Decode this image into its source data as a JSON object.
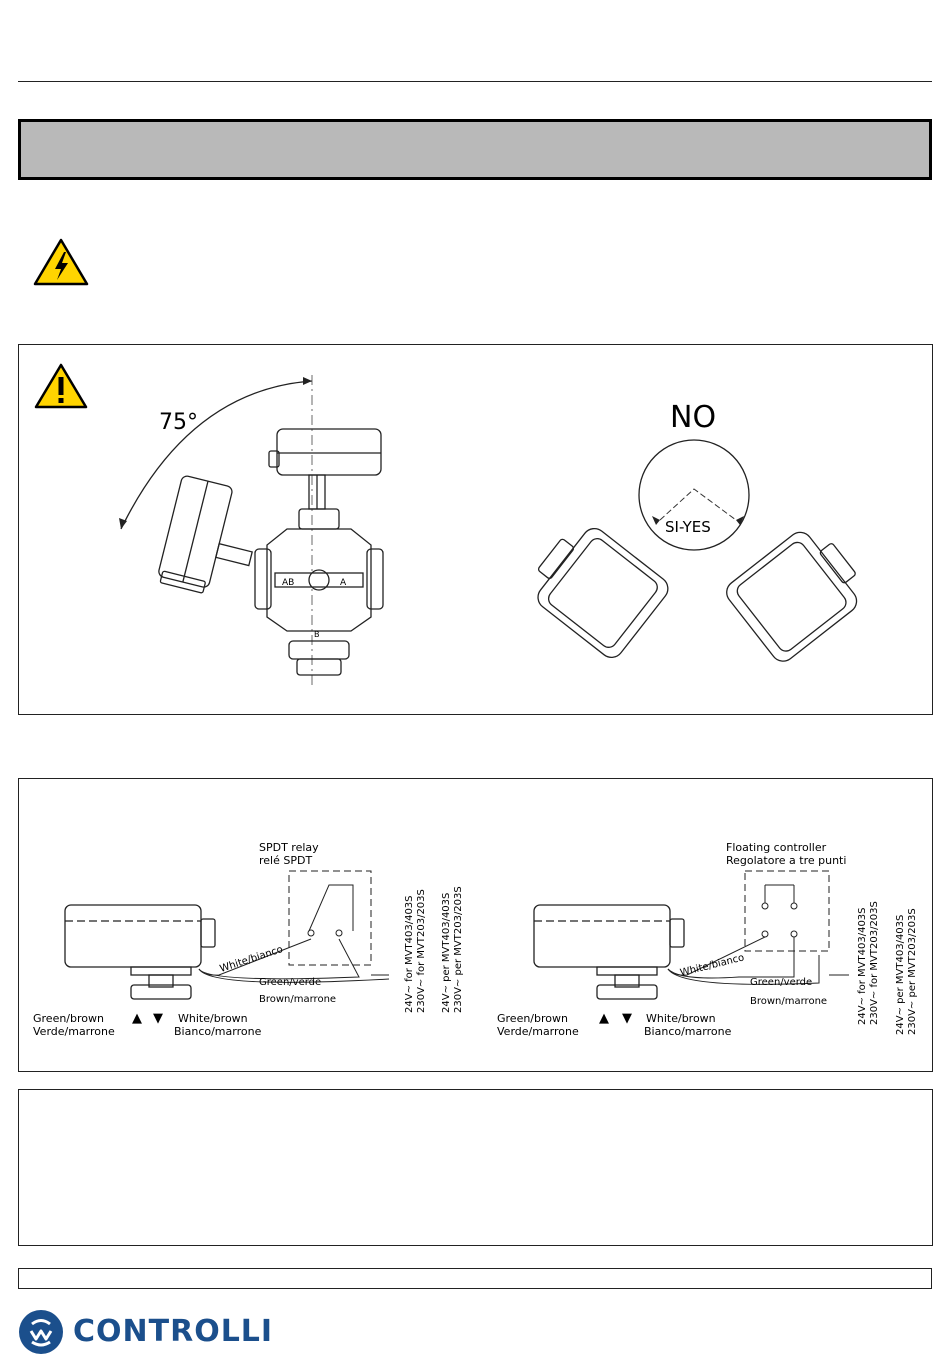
{
  "install": {
    "angle_label": "75°",
    "no_label": "NO",
    "yes_label": "SI-YES",
    "port_ab": "AB",
    "port_a": "A",
    "port_b": "B"
  },
  "wiring": {
    "left": {
      "relay_title_en": "SPDT relay",
      "relay_title_it": "relé SPDT",
      "white_label": "White/bianco",
      "green_label": "Green/verde",
      "brown_label": "Brown/marrone",
      "supply_en_24": "24V~ for MVT403/403S",
      "supply_en_230": "230V~ for MVT203/203S",
      "supply_it_24": "24V~ per MVT403/403S",
      "supply_it_230": "230V~ per MVT203/203S",
      "green_brown_en": "Green/brown",
      "green_brown_it": "Verde/marrone",
      "white_brown_en": "White/brown",
      "white_brown_it": "Bianco/marrone",
      "up_arrow": "▲",
      "down_arrow": "▼"
    },
    "right": {
      "controller_title_en": "Floating controller",
      "controller_title_it": "Regolatore a tre punti",
      "white_label": "White/bianco",
      "green_label": "Green/verde",
      "brown_label": "Brown/marrone",
      "supply_en_24": "24V~ for MVT403/403S",
      "supply_en_230": "230V~ for MVT203/203S",
      "supply_it_24": "24V~ per MVT403/403S",
      "supply_it_230": "230V~ per MVT203/203S",
      "green_brown_en": "Green/brown",
      "green_brown_it": "Verde/marrone",
      "white_brown_en": "White/brown",
      "white_brown_it": "Bianco/marrone",
      "up_arrow": "▲",
      "down_arrow": "▼"
    }
  },
  "brand": {
    "name": "CONTROLLI",
    "color": "#1b4f8c"
  },
  "icons": {
    "electric_warning": "high-voltage-warning-icon",
    "general_warning": "exclamation-warning-icon",
    "logo": "controlli-logo-icon"
  }
}
